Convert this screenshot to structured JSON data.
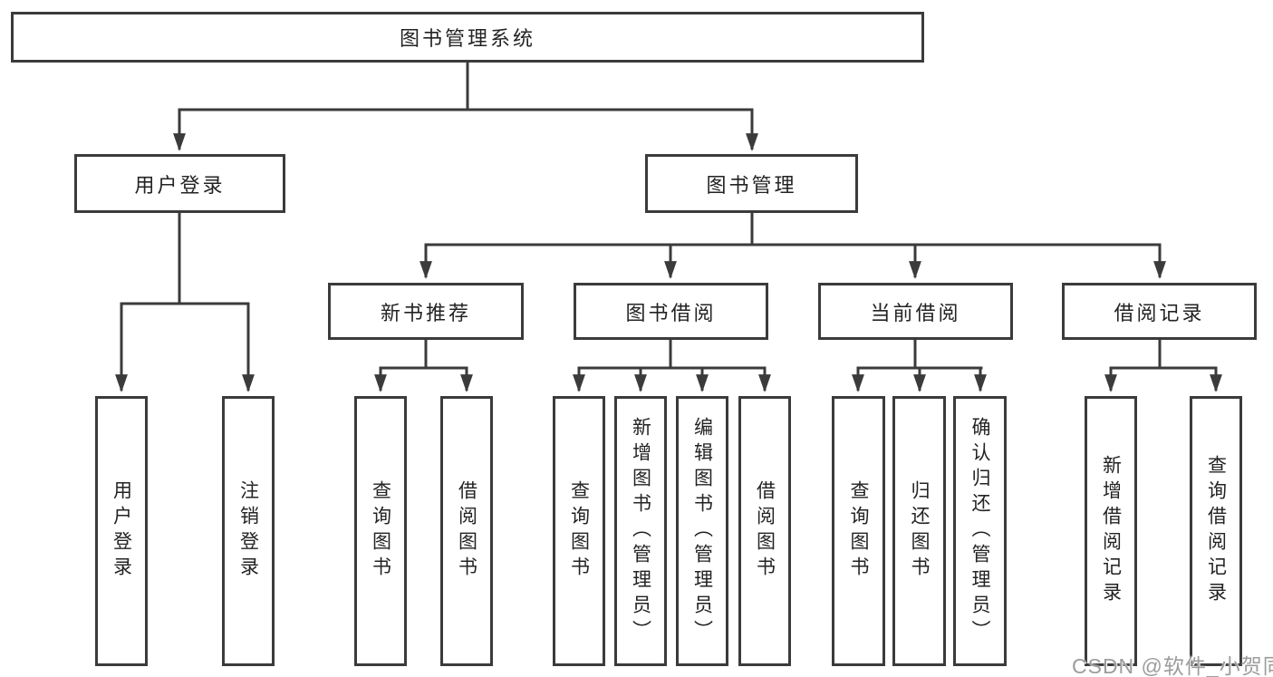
{
  "colors": {
    "line": "#3b3b3b",
    "text": "#232323",
    "watermark": "#9c9c9c"
  },
  "tree": {
    "root": {
      "label": "图书管理系统"
    },
    "branches": [
      {
        "label": "用户登录",
        "children": [
          {
            "label": "用户登录"
          },
          {
            "label": "注销登录"
          }
        ]
      },
      {
        "label": "图书管理",
        "groups": [
          {
            "label": "新书推荐",
            "children": [
              {
                "label": "查询图书"
              },
              {
                "label": "借阅图书"
              }
            ]
          },
          {
            "label": "图书借阅",
            "children": [
              {
                "label": "查询图书"
              },
              {
                "label": "新增图书（管理员）"
              },
              {
                "label": "编辑图书（管理员）"
              },
              {
                "label": "借阅图书"
              }
            ]
          },
          {
            "label": "当前借阅",
            "children": [
              {
                "label": "查询图书"
              },
              {
                "label": "归还图书"
              },
              {
                "label": "确认归还（管理员）"
              }
            ]
          },
          {
            "label": "借阅记录",
            "children": [
              {
                "label": "新增借阅记录"
              },
              {
                "label": "查询借阅记录"
              }
            ]
          }
        ]
      }
    ]
  },
  "watermark": {
    "text": "CSDN @软件_小贺同学"
  }
}
